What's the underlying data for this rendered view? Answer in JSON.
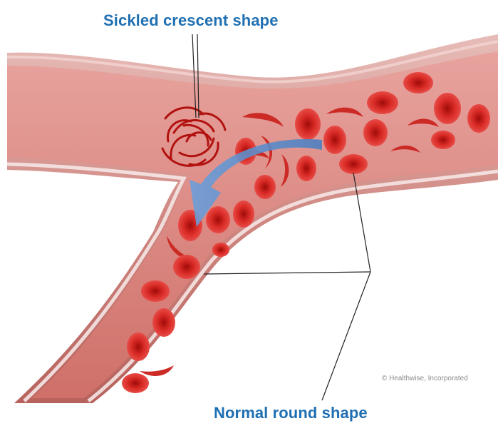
{
  "labels": {
    "top": "Sickled crescent shape",
    "bottom": "Normal round shape"
  },
  "credit": "© Healthwise, Incorporated",
  "colors": {
    "label": "#1f6fb2",
    "vessel_outer": "#d7a4a0",
    "vessel_inner": "#d9827c",
    "cell": "#d82a25",
    "cell_dark": "#a90f0c",
    "arrow": "#4d82c4"
  },
  "icons": {
    "flow_arrow": "curved-arrow"
  }
}
